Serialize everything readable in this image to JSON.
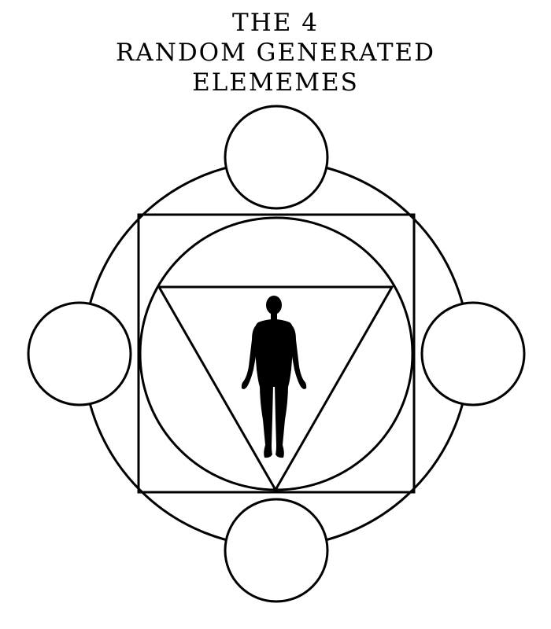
{
  "title": {
    "line1": "THE 4",
    "line2": "RANDOM GENERATED",
    "line3": "ELEMEMES"
  },
  "diagram": {
    "element_circles": [
      "top",
      "right",
      "bottom",
      "left"
    ],
    "inner_shapes": [
      "outer-circle",
      "square",
      "inner-circle",
      "inverted-triangle"
    ],
    "center_icon": "human-figure-icon",
    "stroke_color": "#000000",
    "fill_color": "#ffffff"
  }
}
